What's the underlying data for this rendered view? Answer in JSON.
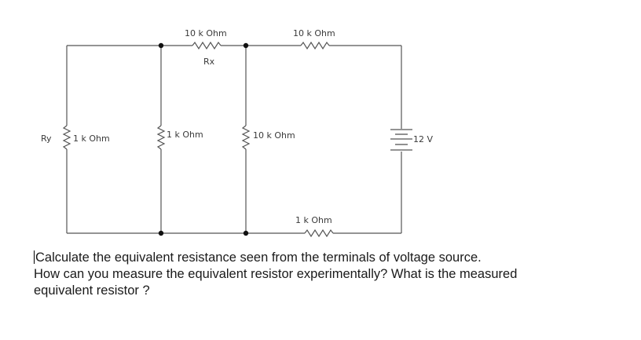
{
  "circuit": {
    "labels": {
      "rx_value": "10 k Ohm",
      "rx_name": "Rx",
      "top_right_value": "10 k Ohm",
      "ry_name": "Ry",
      "ry_value": "1 k Ohm",
      "mid1_value": "1 k Ohm",
      "mid2_value": "10 k Ohm",
      "source_value": "12 V",
      "bottom_value": "1 k Ohm"
    }
  },
  "question": {
    "line1": "Calculate the equivalent resistance seen from the terminals of voltage source.",
    "line2": "How can you measure the equivalent resistor experimentally? What is the measured",
    "line3": "equivalent resistor ?"
  }
}
